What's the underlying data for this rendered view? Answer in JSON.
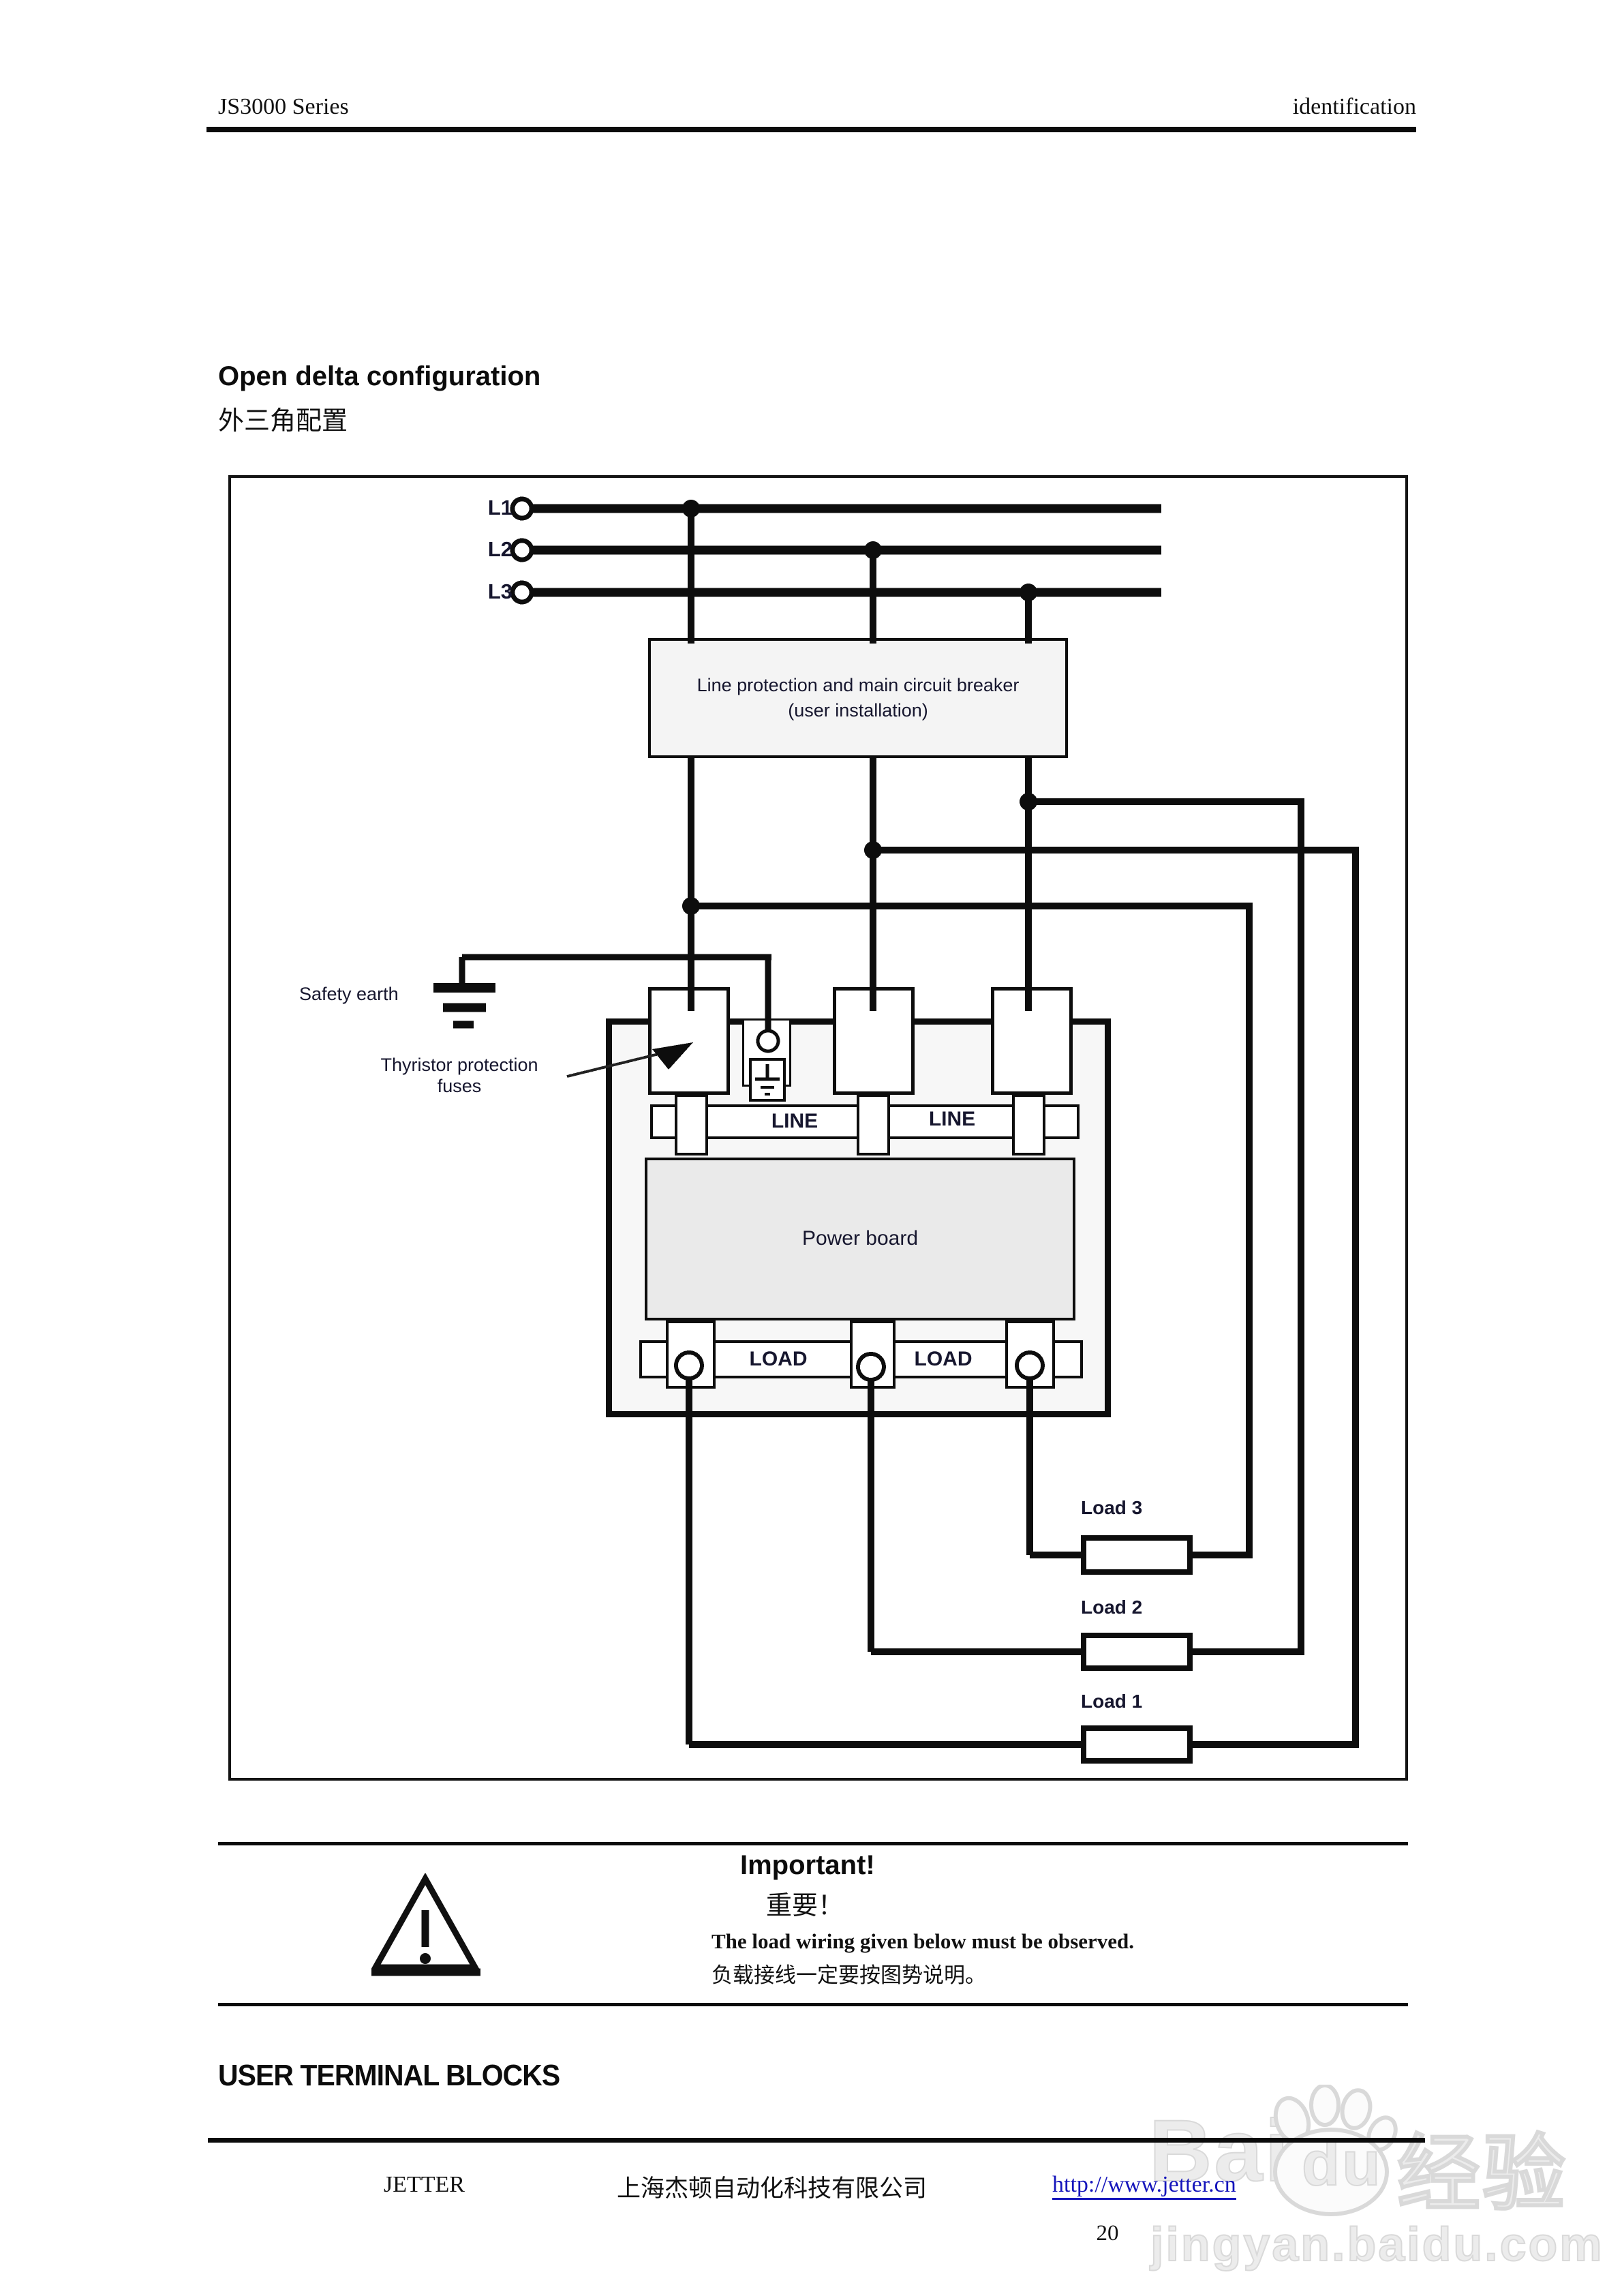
{
  "header": {
    "left": "JS3000 Series",
    "right": "identification"
  },
  "section": {
    "title": "Open delta configuration",
    "subtitle": "外三角配置"
  },
  "diagram": {
    "phases": [
      "L1",
      "L2",
      "L3"
    ],
    "breaker": [
      "Line protection and main circuit breaker",
      "(user installation)"
    ],
    "safety_earth": "Safety earth",
    "thyristor": [
      "Thyristor protection",
      "fuses"
    ],
    "line_label": "LINE",
    "load_label": "LOAD",
    "power_board": "Power board",
    "loads": [
      "Load 3",
      "Load 2",
      "Load 1"
    ]
  },
  "important": {
    "title": "Important!",
    "title_zh": "重要！",
    "body_en": "The load wiring given below must be observed.",
    "body_zh": "负载接线一定要按图势说明。"
  },
  "heading2": "USER TERMINAL BLOCKS",
  "footer": {
    "brand": "JETTER",
    "company_zh": "上海杰顿自动化科技有限公司",
    "url": "http://www.jetter.cn",
    "page_number": "20"
  },
  "watermark": {
    "brand_left": "Bai",
    "brand_paw_text": "du",
    "brand_zh": "经验",
    "domain": "jingyan.baidu.com"
  },
  "colors": {
    "link_blue": "#1414bb",
    "diagram_text": "#16162e",
    "wire": "#0d0d0d",
    "watermark_gray": "#dadada"
  }
}
